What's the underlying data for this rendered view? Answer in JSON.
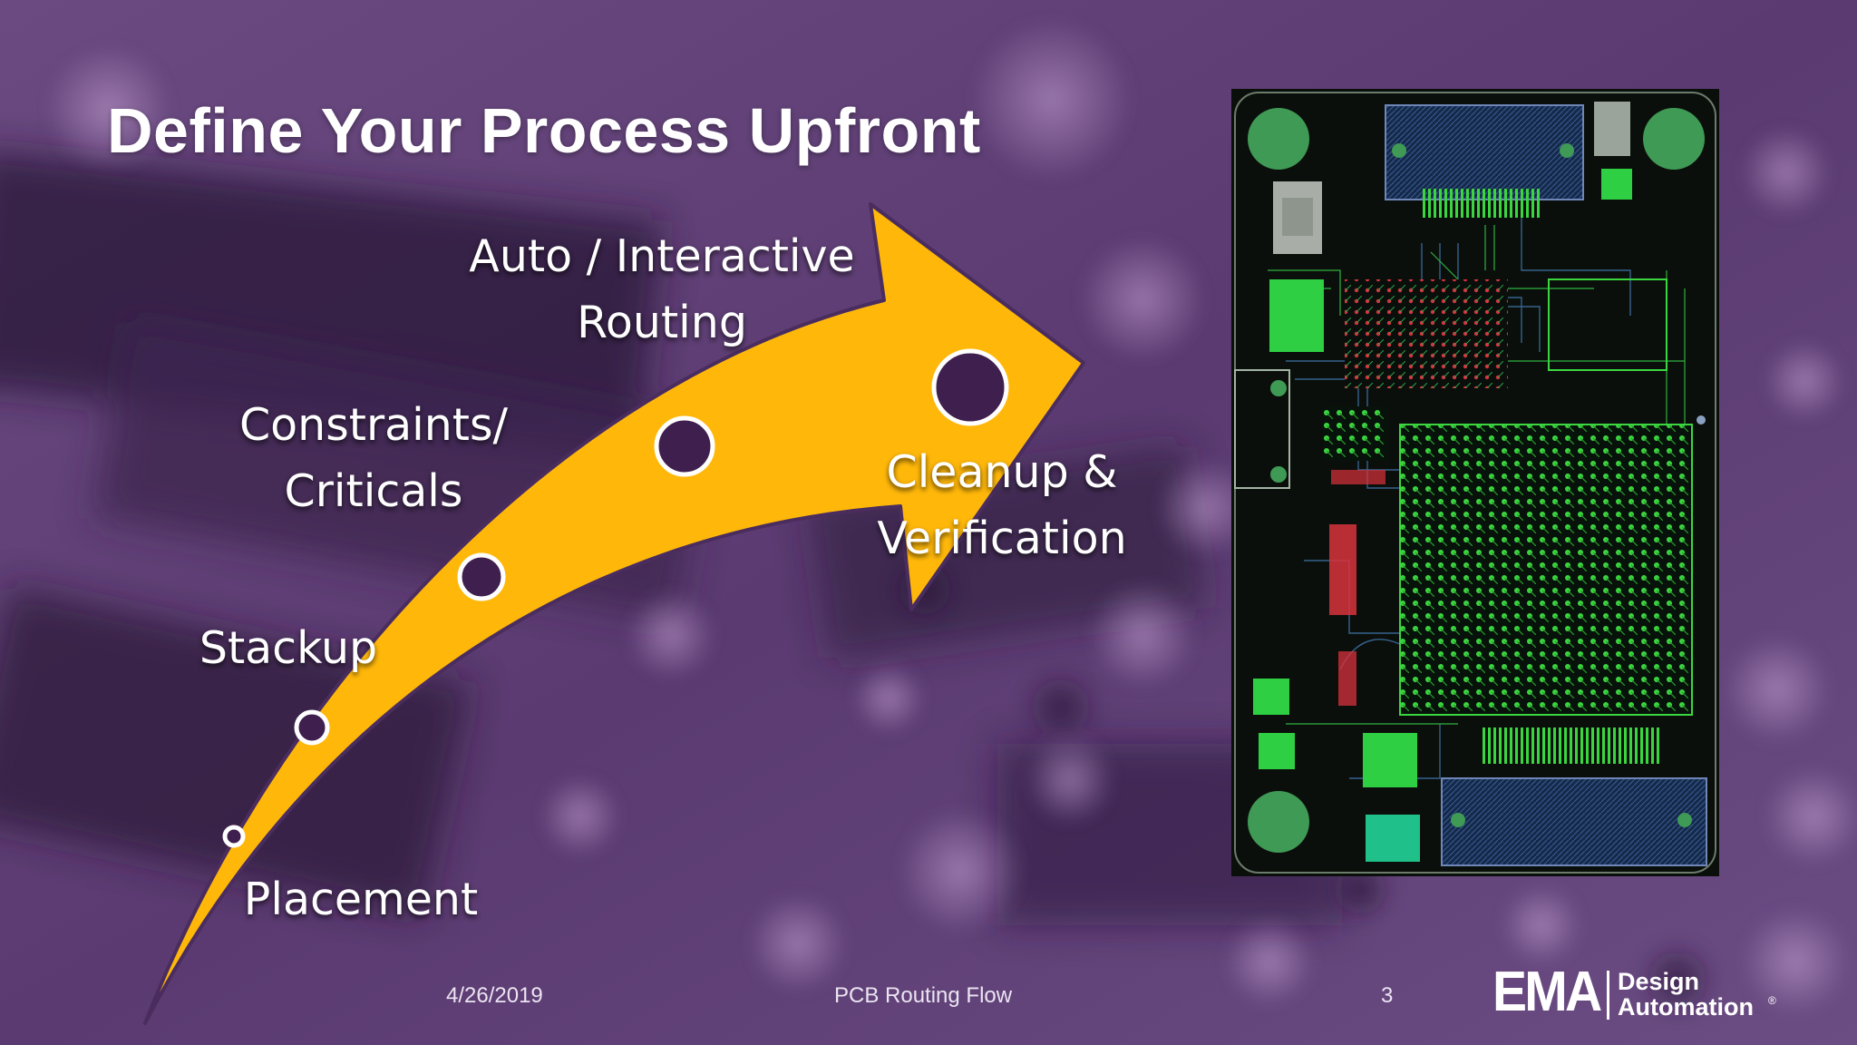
{
  "slide": {
    "title": "Define Your Process Upfront",
    "steps": {
      "placement": "Placement",
      "stackup": "Stackup",
      "constraints_line1": "Constraints/",
      "constraints_line2": "Criticals",
      "routing_line1": "Auto / Interactive",
      "routing_line2": "Routing",
      "cleanup_line1": "Cleanup &",
      "cleanup_line2": "Verification"
    }
  },
  "footer": {
    "date": "4/26/2019",
    "title": "PCB Routing Flow",
    "page_number": "3"
  },
  "logo": {
    "brand": "EMA",
    "line1": "Design",
    "line2": "Automation",
    "registered": "®"
  },
  "colors": {
    "background": "#5b3d72",
    "arrow": "#ffb80a",
    "milestone": "#3e1f4e",
    "pcb_board": "#0b0f0b",
    "pcb_copper": "#35d43a"
  }
}
